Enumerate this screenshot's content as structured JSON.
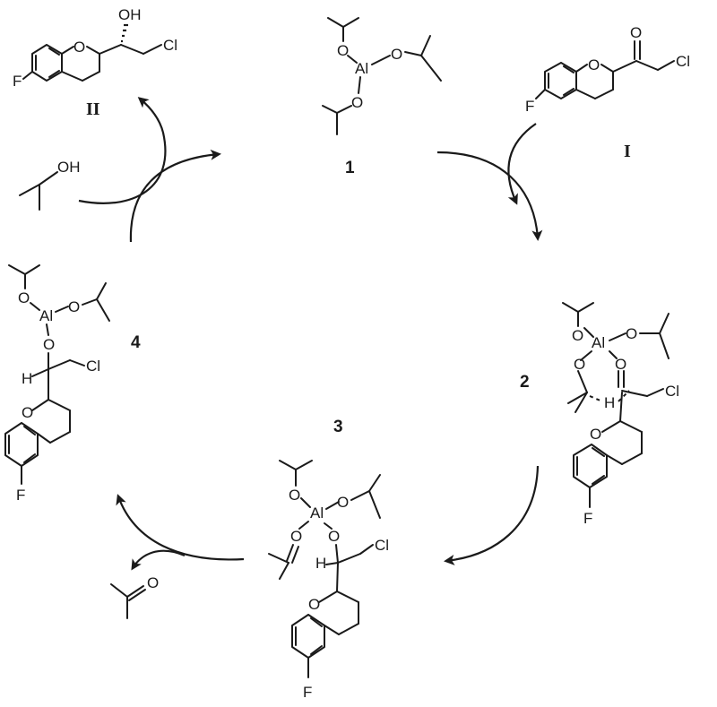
{
  "atoms": {
    "o": "O",
    "al": "Al",
    "cl": "Cl",
    "f": "F",
    "h": "H",
    "oh": "OH"
  },
  "labels": {
    "compound_1": "1",
    "compound_2": "2",
    "compound_3": "3",
    "compound_4": "4",
    "compound_I": "I",
    "compound_II": "II"
  }
}
